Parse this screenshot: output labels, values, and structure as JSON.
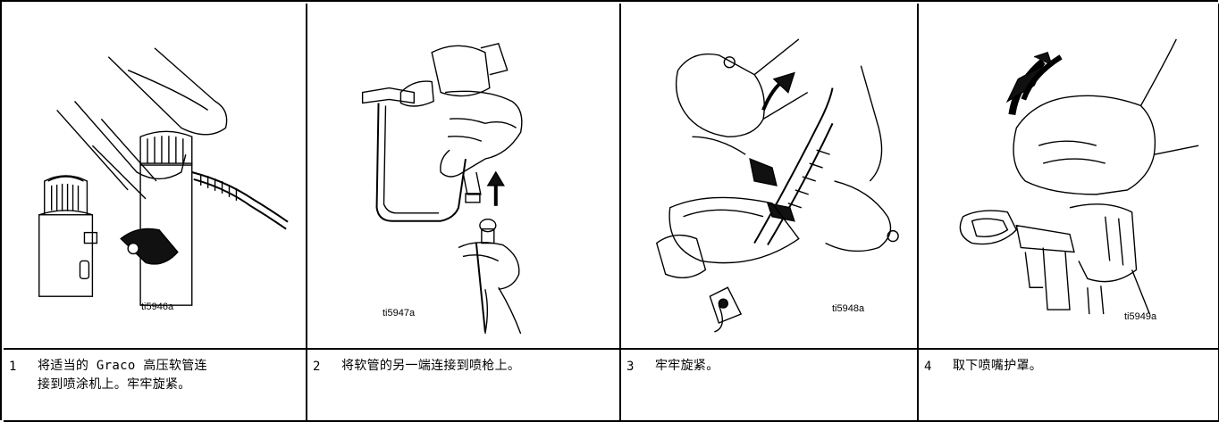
{
  "steps": [
    {
      "number": "1",
      "text": "将适当的 Graco 高压软管连接到喷涂机上。牢牢旋紧。",
      "line1": "将适当的 Graco 高压软管连",
      "line2": "接到喷涂机上。牢牢旋紧。",
      "figure_id": "ti5946a",
      "illustration_icon": "hose-connect-to-sprayer-icon"
    },
    {
      "number": "2",
      "text": "将软管的另一端连接到喷枪上。",
      "figure_id": "ti5947a",
      "illustration_icon": "hose-connect-to-gun-icon"
    },
    {
      "number": "3",
      "text": "牢牢旋紧。",
      "figure_id": "ti5948a",
      "illustration_icon": "wrench-tighten-icon"
    },
    {
      "number": "4",
      "text": "取下喷嘴护罩。",
      "figure_id": "ti5949a",
      "illustration_icon": "remove-tip-guard-icon"
    }
  ],
  "colors": {
    "line": "#000000",
    "background": "#ffffff",
    "fill": "#111111"
  }
}
